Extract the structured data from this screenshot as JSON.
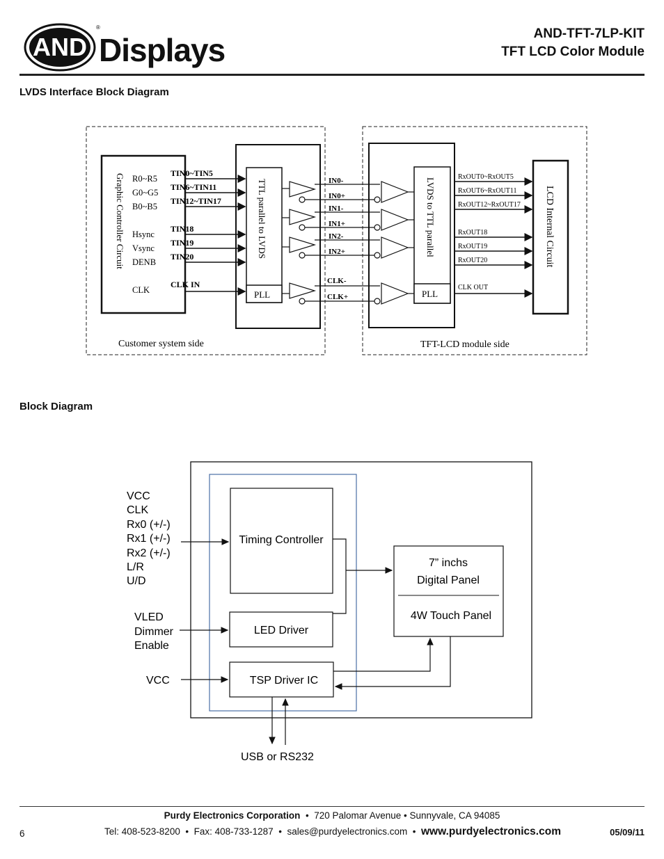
{
  "header": {
    "brand_and": "AND",
    "brand_displays": "Displays",
    "title_line1": "AND-TFT-7LP-KIT",
    "title_line2": "TFT LCD Color Module"
  },
  "sections": {
    "lvds_title": "LVDS Interface Block Diagram",
    "block_title": "Block Diagram"
  },
  "lvds": {
    "graphic_controller": "Graphic Controller Circuit",
    "gc_pins": [
      "R0~R5",
      "G0~G5",
      "B0~B5",
      "Hsync",
      "Vsync",
      "DENB",
      "CLK"
    ],
    "tin_labels": [
      "TIN0~TIN5",
      "TIN6~TIN11",
      "TIN12~TIN17",
      "TIN18",
      "TIN19",
      "TIN20",
      "CLK IN"
    ],
    "ttl_to_lvds": "TTL parallel to LVDS",
    "pll": "PLL",
    "pairs": [
      "IN0-",
      "IN0+",
      "IN1-",
      "IN1+",
      "IN2-",
      "IN2+",
      "CLK-",
      "CLK+"
    ],
    "lvds_to_ttl": "LVDS to TTL parallel",
    "rx_labels": [
      "RxOUT0~RxOUT5",
      "RxOUT6~RxOUT11",
      "RxOUT12~RxOUT17",
      "RxOUT18",
      "RxOUT19",
      "RxOUT20",
      "CLK OUT"
    ],
    "lcd_internal": "LCD Internal Circuit",
    "customer_side": "Customer system side",
    "module_side": "TFT-LCD module side"
  },
  "block": {
    "inputs_timing": [
      "VCC",
      "CLK",
      "Rx0 (+/-)",
      "Rx1 (+/-)",
      "Rx2 (+/-)",
      "L/R",
      "U/D"
    ],
    "inputs_led": [
      "VLED",
      "Dimmer",
      "Enable"
    ],
    "input_tsp": "VCC",
    "timing_controller": "Timing Controller",
    "led_driver": "LED Driver",
    "tsp_driver": "TSP Driver IC",
    "panel_line1": "7” inchs",
    "panel_line2": "Digital Panel",
    "touch_panel": "4W Touch Panel",
    "usb": "USB or RS232"
  },
  "footer": {
    "company": "Purdy Electronics Corporation",
    "address": "720 Palomar Avenue  •  Sunnyvale,  CA 94085",
    "tel": "Tel: 408-523-8200",
    "fax": "Fax: 408-733-1287",
    "email": "sales@purdyelectronics.com",
    "url": "www.purdyelectronics.com",
    "page": "6",
    "date": "05/09/11"
  },
  "colors": {
    "inner_box_border": "#4a6fa5"
  }
}
